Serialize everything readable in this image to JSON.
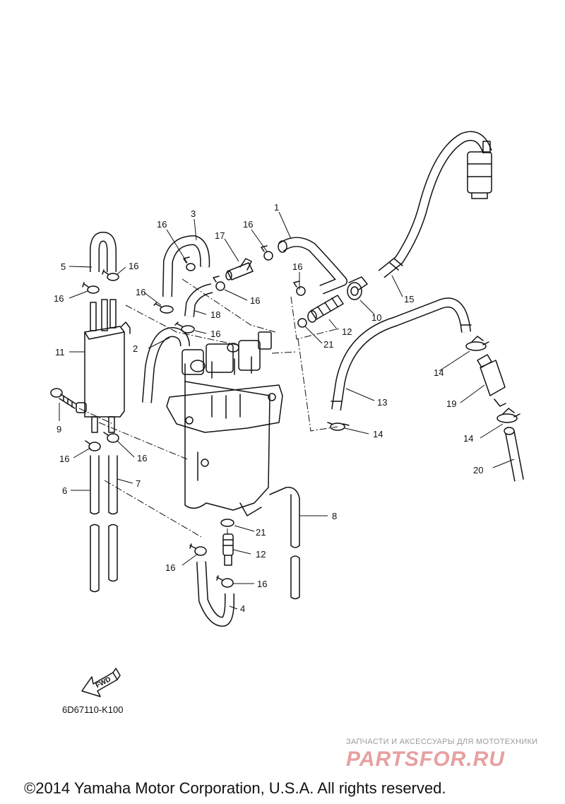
{
  "callouts": [
    {
      "id": "c1",
      "text": "1"
    },
    {
      "id": "c2",
      "text": "2"
    },
    {
      "id": "c3",
      "text": "3"
    },
    {
      "id": "c4",
      "text": "4"
    },
    {
      "id": "c5",
      "text": "5"
    },
    {
      "id": "c6",
      "text": "6"
    },
    {
      "id": "c7",
      "text": "7"
    },
    {
      "id": "c8",
      "text": "8"
    },
    {
      "id": "c9",
      "text": "9"
    },
    {
      "id": "c10",
      "text": "10"
    },
    {
      "id": "c11",
      "text": "11"
    },
    {
      "id": "c12a",
      "text": "12"
    },
    {
      "id": "c12b",
      "text": "12"
    },
    {
      "id": "c13",
      "text": "13"
    },
    {
      "id": "c14a",
      "text": "14"
    },
    {
      "id": "c14b",
      "text": "14"
    },
    {
      "id": "c14c",
      "text": "14"
    },
    {
      "id": "c15",
      "text": "15"
    },
    {
      "id": "c16a",
      "text": "16"
    },
    {
      "id": "c16b",
      "text": "16"
    },
    {
      "id": "c16c",
      "text": "16"
    },
    {
      "id": "c16d",
      "text": "16"
    },
    {
      "id": "c16e",
      "text": "16"
    },
    {
      "id": "c16f",
      "text": "16"
    },
    {
      "id": "c16g",
      "text": "16"
    },
    {
      "id": "c16h",
      "text": "16"
    },
    {
      "id": "c16i",
      "text": "16"
    },
    {
      "id": "c16j",
      "text": "16"
    },
    {
      "id": "c16k",
      "text": "16"
    },
    {
      "id": "c16l",
      "text": "16"
    },
    {
      "id": "c17",
      "text": "17"
    },
    {
      "id": "c18",
      "text": "18"
    },
    {
      "id": "c19",
      "text": "19"
    },
    {
      "id": "c20",
      "text": "20"
    },
    {
      "id": "c21a",
      "text": "21"
    },
    {
      "id": "c21b",
      "text": "21"
    }
  ],
  "fwd_label": "FWD",
  "diagram_code": "6D67110-K100",
  "watermark": {
    "subtitle": "ЗАПЧАСТИ И АКСЕССУАРЫ ДЛЯ МОТОТЕХНИКИ",
    "logo": "PARTSFOR.RU"
  },
  "copyright": "©2014 Yamaha Motor Corporation, U.S.A. All rights reserved."
}
